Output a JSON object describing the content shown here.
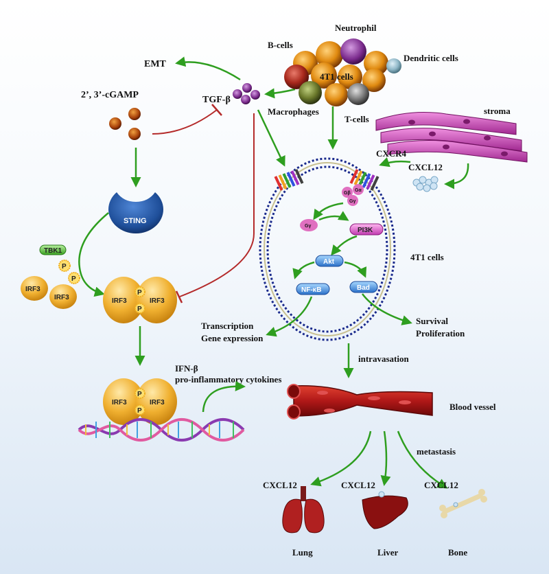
{
  "labels": {
    "emt": "EMT",
    "b_cells": "B-cells",
    "neutrophil": "Neutrophil",
    "dendritic_cells": "Dendritic cells",
    "cells_4t1_cluster": "4T1 cells",
    "cgamp": "2’, 3’-cGAMP",
    "tgf_beta": "TGF-β",
    "macrophages": "Macrophages",
    "t_cells": "T-cells",
    "stroma": "stroma",
    "cxcr4": "CXCR4",
    "cxcl12_top": "CXCL12",
    "sting": "STING",
    "tbk1": "TBK1",
    "p": "P",
    "irf3": "IRF3",
    "g_beta": "Gβ",
    "g_alpha": "Gα",
    "g_gamma": "Gγ",
    "pi3k": "PI3K",
    "akt": "Akt",
    "nf_kb": "NF-κB",
    "bad": "Bad",
    "cells_4t1_membrane": "4T1 cells",
    "transcription": "Transcription",
    "gene_expression": "Gene expression",
    "survival": "Survival",
    "proliferation": "Proliferation",
    "intravasation": "intravasation",
    "ifn_beta": "IFN-β",
    "cytokines": "pro-inflammatory cytokines",
    "blood_vessel": "Blood vessel",
    "metastasis": "metastasis",
    "cxcl12_lung": "CXCL12",
    "cxcl12_liver": "CXCL12",
    "cxcl12_bone": "CXCL12",
    "lung": "Lung",
    "liver": "Liver",
    "bone": "Bone"
  },
  "colors": {
    "activation_arrow": "#2e9e1f",
    "inhibition_line": "#b42a2a",
    "membrane": "#1a2a8c",
    "irf3": "#f0b030",
    "sting": "#1f4f9a",
    "stroma": "#c040b0",
    "vessel": "#b01818"
  },
  "icons": [
    "cgamp-molecule",
    "tgf-beta-molecule",
    "sting-receptor",
    "tbk1-kinase",
    "irf3-dimer",
    "dna-helix",
    "cxcr4-receptor",
    "cxcl12-cluster",
    "blood-vessel",
    "lung",
    "liver",
    "bone"
  ]
}
